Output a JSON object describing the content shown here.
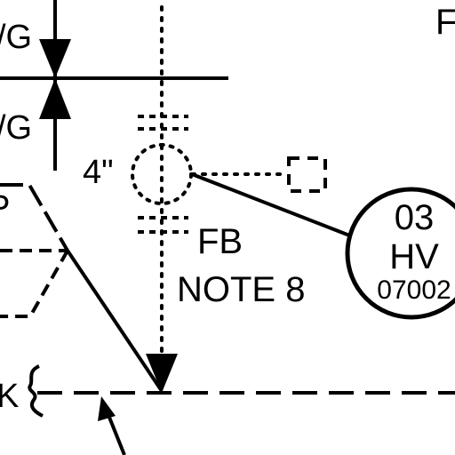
{
  "labels": {
    "vg_top": "/G",
    "vg_bottom": "/G",
    "top_right": "F",
    "dimension": "4\"",
    "fb": "FB",
    "note": "NOTE 8",
    "left_partial": "P",
    "bottom_left": "K"
  },
  "instrument": {
    "line1": "03",
    "line2": "HV",
    "line3": "07002"
  },
  "colors": {
    "ink": "#000000",
    "paper": "#ffffff"
  }
}
